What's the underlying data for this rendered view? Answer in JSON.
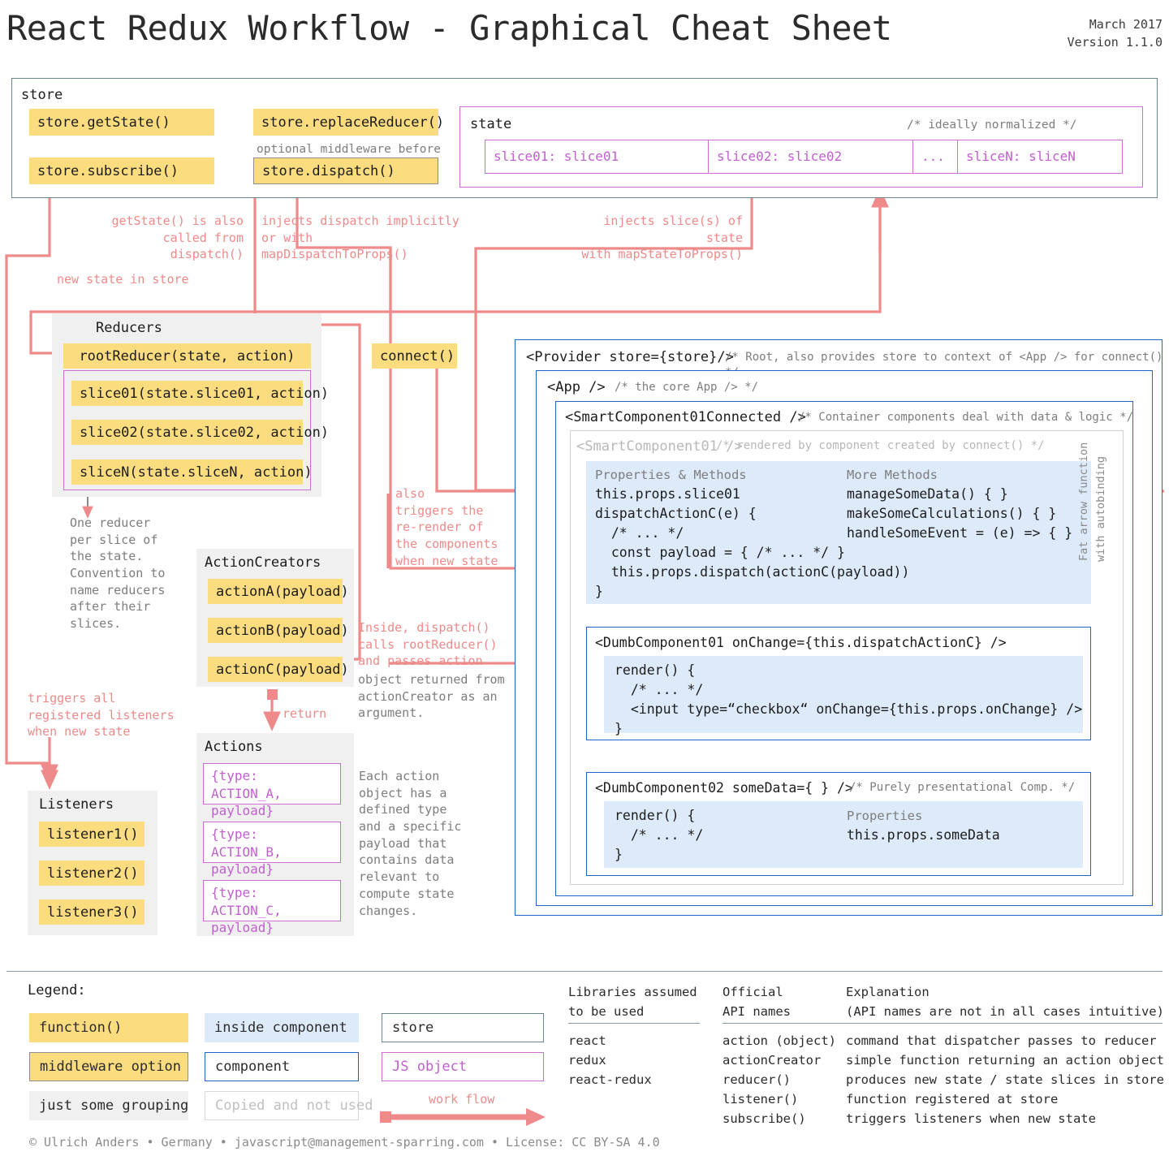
{
  "header": {
    "title": "React Redux Workflow - Graphical Cheat Sheet",
    "date": "March 2017",
    "version": "Version 1.1.0"
  },
  "store": {
    "label": "store",
    "getState": "store.getState()",
    "subscribe": "store.subscribe()",
    "replaceReducer": "store.replaceReducer()",
    "middleware_note": "optional middleware before",
    "dispatch": "store.dispatch()",
    "state": {
      "label": "state",
      "comment": "/* ideally normalized */",
      "slices": [
        "slice01: slice01",
        "slice02: slice02",
        "...",
        "sliceN: sliceN"
      ]
    }
  },
  "notes": {
    "getstate_called": "getState() is also\ncalled from dispatch()",
    "injects_dispatch": "injects dispatch implicitly\nor with mapDispatchToProps()",
    "injects_slices": "injects slice(s) of state\nwith mapStateToProps()",
    "new_state_in_store": "new state in store",
    "one_reducer": "One reducer\nper slice of\nthe state.\nConvention to\nname reducers\nafter their\nslices.",
    "also_triggers": "also\ntriggers the\nre-render of\nthe components\nwhen new state",
    "inside_dispatch": "Inside, dispatch()\ncalls rootReducer()\nand passes action",
    "inside_dispatch_grey": "object returned from\nactionCreator as an\nargument.",
    "return": "return",
    "each_action": "Each action\nobject has a\ndefined type\nand a specific\npayload that\ncontains data\nrelevant to\ncompute state\nchanges.",
    "triggers_listeners": "triggers all\nregistered listeners\nwhen new state"
  },
  "reducers": {
    "label": "Reducers",
    "root": "rootReducer(state, action)",
    "slices": [
      "slice01(state.slice01, action)",
      "slice02(state.slice02, action)",
      "sliceN(state.sliceN, action)"
    ]
  },
  "connect": {
    "label": "connect()"
  },
  "actionCreators": {
    "label": "ActionCreators",
    "items": [
      "actionA(payload)",
      "actionB(payload)",
      "actionC(payload)"
    ]
  },
  "actions": {
    "label": "Actions",
    "items": [
      "{type: ACTION_A,\n payload}",
      "{type: ACTION_B,\n payload}",
      "{type: ACTION_C,\n payload}"
    ]
  },
  "listeners": {
    "label": "Listeners",
    "items": [
      "listener1()",
      "listener2()",
      "listener3()"
    ]
  },
  "react": {
    "provider": "<Provider store={store}/>",
    "provider_comment": "/* Root, also provides store to context of <App /> for connect() */",
    "app": "<App />",
    "app_comment": "/* the core App /> */",
    "smart_connected": "<SmartComponent01Connected />",
    "smart_connected_comment": "/* Container components deal with data & logic */",
    "smart": "<SmartComponent01 />",
    "smart_comment": "/* rendered by component created by connect() */",
    "props_heading": "Properties & Methods",
    "props_lines": [
      "this.props.slice01",
      "dispatchActionC(e) {",
      "  /* ... */",
      "  const payload = { /* ... */ }",
      "  this.props.dispatch(actionC(payload))",
      "}"
    ],
    "more_heading": "More Methods",
    "more_lines": [
      "manageSomeData() { }",
      "makeSomeCalculations() { }",
      "handleSomeEvent = (e) => { }"
    ],
    "fat_arrow": "Fat arrow function",
    "autobinding": "with autobinding",
    "dumb01": "<DumbComponent01 onChange={this.dispatchActionC} />",
    "dumb01_lines": [
      "render() {",
      "  /* ... */",
      "  <input type=“checkbox“ onChange={this.props.onChange} />",
      "}"
    ],
    "dumb02": "<DumbComponent02 someData={ } />",
    "dumb02_comment": "/* Purely presentational Comp. */",
    "dumb02_lines": [
      "render() {",
      "  /* ... */",
      "}"
    ],
    "dumb02_props_heading": "Properties",
    "dumb02_props": "this.props.someData"
  },
  "legend": {
    "title": "Legend:",
    "function": "function()",
    "middleware": "middleware option",
    "grouping": "just some grouping",
    "inside_component": "inside component",
    "component": "component",
    "copied": "Copied and not used",
    "store": "store",
    "js_object": "JS object",
    "work_flow": "work flow",
    "libraries_heading": "Libraries assumed\nto be used",
    "libraries": [
      "react",
      "redux",
      "react-redux"
    ],
    "api_heading": "Official\nAPI names",
    "explanation_heading": "Explanation\n(API names are not in all cases intuitive)",
    "api_rows": [
      {
        "name": "action (object)",
        "desc": "command that dispatcher passes to reducer"
      },
      {
        "name": "actionCreator",
        "desc": "simple function returning an action object"
      },
      {
        "name": "reducer()",
        "desc": "produces new state / state slices in store"
      },
      {
        "name": "listener()",
        "desc": "function registered at store"
      },
      {
        "name": "subscribe()",
        "desc": "triggers listeners when new state"
      }
    ]
  },
  "footer": "© Ulrich Anders • Germany • javascript@management-sparring.com • License: CC BY-SA 4.0",
  "colors": {
    "function_yellow": "#fbdc7f",
    "flow_pink": "#ef8a8a",
    "js_object_purple": "#cc6fd0",
    "component_blue": "#1f63c4",
    "inside_component_blue": "#ddeafa",
    "store_border": "#6a8592",
    "grouping_grey": "#f0f0f0"
  }
}
